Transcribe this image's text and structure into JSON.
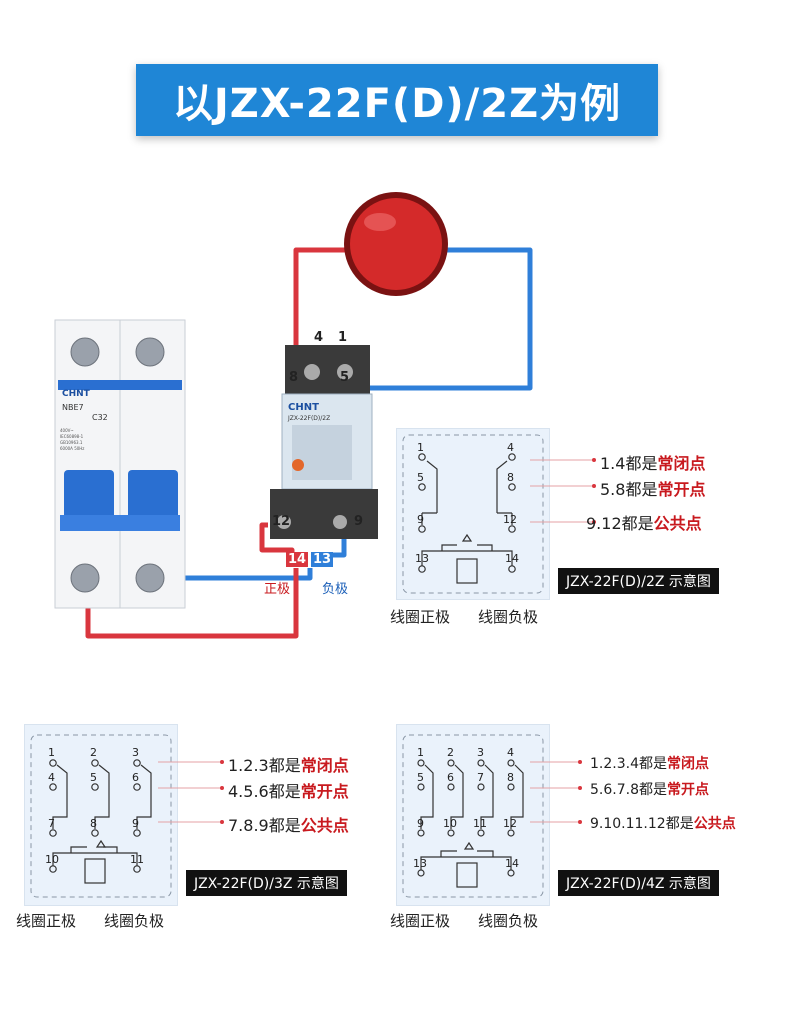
{
  "title": "以JZX-22F(D)/2Z为例",
  "wiring": {
    "breaker": {
      "brand": "CHNT",
      "model": "NBE7",
      "rating": "C32",
      "specs": [
        "400V~",
        "IEC60898-1",
        "GB10963.1",
        "6000A 50Hz"
      ]
    },
    "relay": {
      "brand": "CHNT",
      "model": "JZX-22F(D)/2Z"
    },
    "terminals": [
      "4",
      "1",
      "8",
      "5",
      "12",
      "9",
      "14",
      "13"
    ],
    "coil_positive": "正极",
    "coil_negative": "负极",
    "colors": {
      "red_wire": "#d9363e",
      "blue_wire": "#2f7fd9",
      "lamp": "#d42a2a",
      "breaker_blue": "#2a6fd1"
    }
  },
  "diagram_2z": {
    "nums": [
      "1",
      "4",
      "5",
      "8",
      "9",
      "12",
      "13",
      "14"
    ],
    "labels": [
      {
        "prefix": "1.4都是",
        "highlight": "常闭点"
      },
      {
        "prefix": "5.8都是",
        "highlight": "常开点"
      },
      {
        "prefix": "9.12都是",
        "highlight": "公共点"
      }
    ],
    "caption": "JZX-22F(D)/2Z 示意图",
    "coil_positive": "线圈正极",
    "coil_negative": "线圈负极"
  },
  "diagram_3z": {
    "nums": [
      "1",
      "2",
      "3",
      "4",
      "5",
      "6",
      "7",
      "8",
      "9",
      "10",
      "11"
    ],
    "labels": [
      {
        "prefix": "1.2.3都是",
        "highlight": "常闭点"
      },
      {
        "prefix": "4.5.6都是",
        "highlight": "常开点"
      },
      {
        "prefix": "7.8.9都是",
        "highlight": "公共点"
      }
    ],
    "caption": "JZX-22F(D)/3Z 示意图",
    "coil_positive": "线圈正极",
    "coil_negative": "线圈负极"
  },
  "diagram_4z": {
    "nums": [
      "1",
      "2",
      "3",
      "4",
      "5",
      "6",
      "7",
      "8",
      "9",
      "10",
      "11",
      "12",
      "13",
      "14"
    ],
    "labels": [
      {
        "prefix": "1.2.3.4都是",
        "highlight": "常闭点"
      },
      {
        "prefix": "5.6.7.8都是",
        "highlight": "常开点"
      },
      {
        "prefix": "9.10.11.12都是",
        "highlight": "公共点"
      }
    ],
    "caption": "JZX-22F(D)/4Z 示意图",
    "coil_positive": "线圈正极",
    "coil_negative": "线圈负极"
  }
}
